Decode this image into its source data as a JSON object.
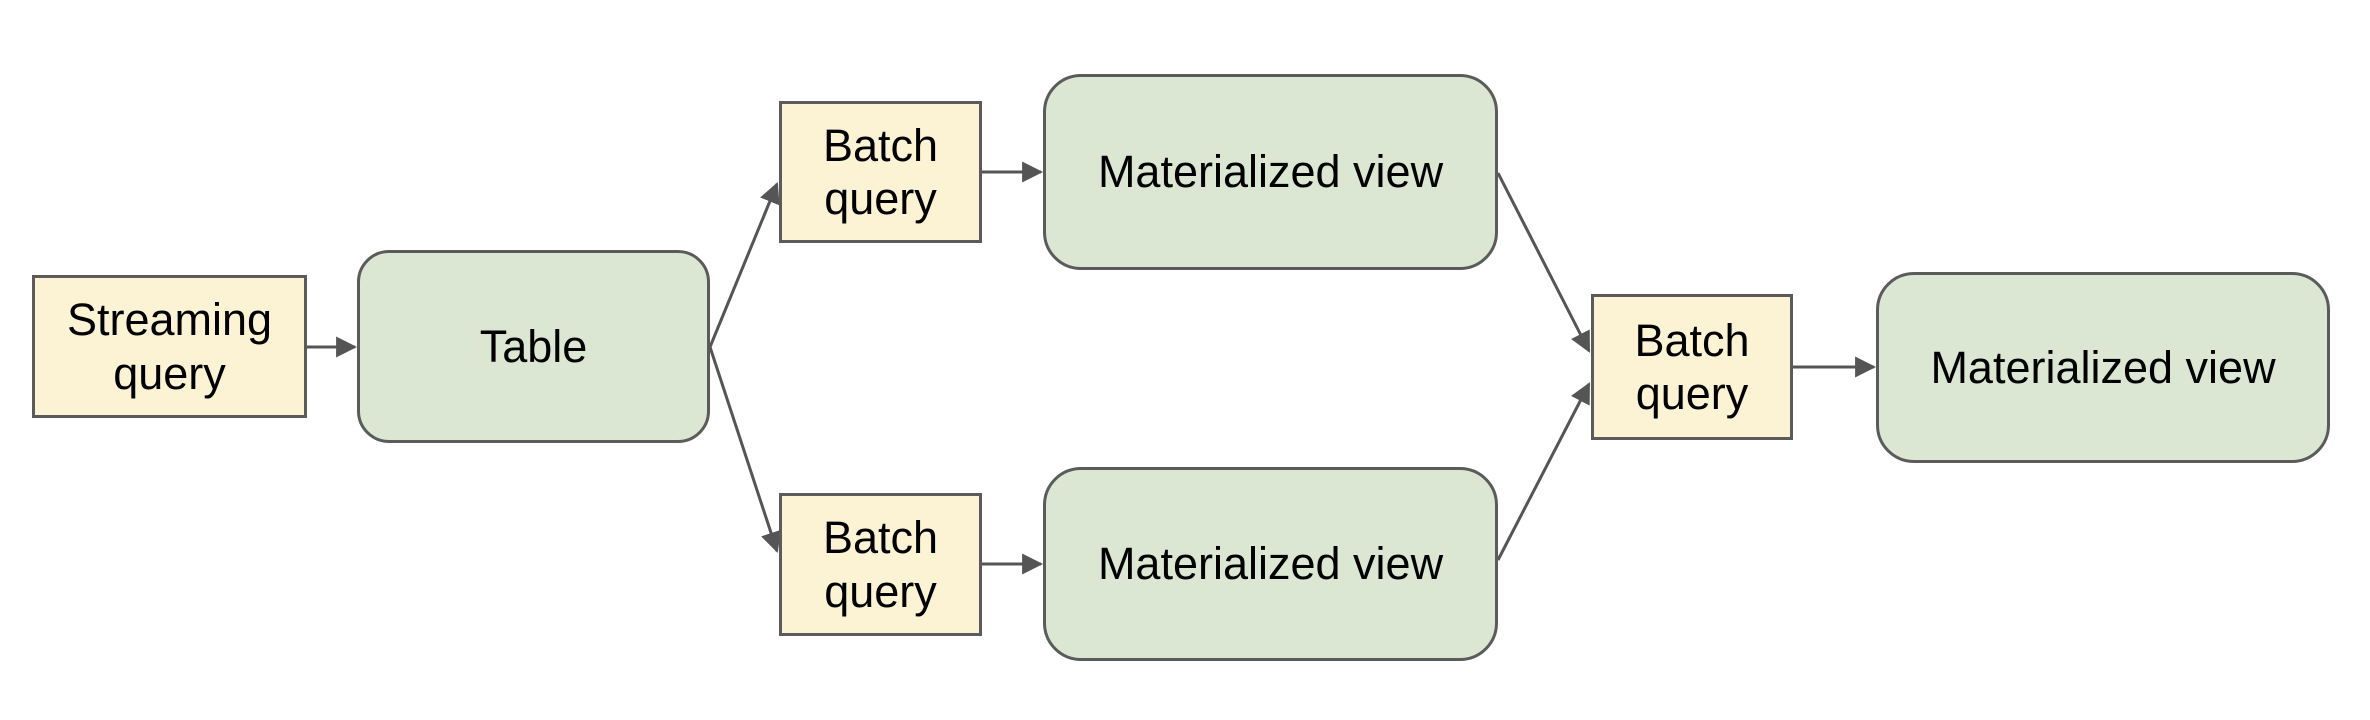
{
  "diagram": {
    "type": "flowchart",
    "background": "#ffffff",
    "colors": {
      "query_fill": "#fcf3d4",
      "view_fill": "#dbe7d3",
      "node_border": "#5b5b5b",
      "arrow": "#555555",
      "text": "#000000"
    },
    "nodes": [
      {
        "id": "streaming-query",
        "label": "Streaming query",
        "shape": "rectangle",
        "kind": "query"
      },
      {
        "id": "table",
        "label": "Table",
        "shape": "rounded-rectangle",
        "kind": "view"
      },
      {
        "id": "batch-query-top",
        "label": "Batch query",
        "shape": "rectangle",
        "kind": "query"
      },
      {
        "id": "materialized-view-top",
        "label": "Materialized view",
        "shape": "rounded-rectangle",
        "kind": "view"
      },
      {
        "id": "batch-query-bottom",
        "label": "Batch query",
        "shape": "rectangle",
        "kind": "query"
      },
      {
        "id": "materialized-view-bottom",
        "label": "Materialized view",
        "shape": "rounded-rectangle",
        "kind": "view"
      },
      {
        "id": "batch-query-merge",
        "label": "Batch query",
        "shape": "rectangle",
        "kind": "query"
      },
      {
        "id": "materialized-view-final",
        "label": "Materialized view",
        "shape": "rounded-rectangle",
        "kind": "view"
      }
    ],
    "edges": [
      {
        "from": "streaming-query",
        "to": "table"
      },
      {
        "from": "table",
        "to": "batch-query-top"
      },
      {
        "from": "table",
        "to": "batch-query-bottom"
      },
      {
        "from": "batch-query-top",
        "to": "materialized-view-top"
      },
      {
        "from": "batch-query-bottom",
        "to": "materialized-view-bottom"
      },
      {
        "from": "materialized-view-top",
        "to": "batch-query-merge"
      },
      {
        "from": "materialized-view-bottom",
        "to": "batch-query-merge"
      },
      {
        "from": "batch-query-merge",
        "to": "materialized-view-final"
      }
    ]
  }
}
